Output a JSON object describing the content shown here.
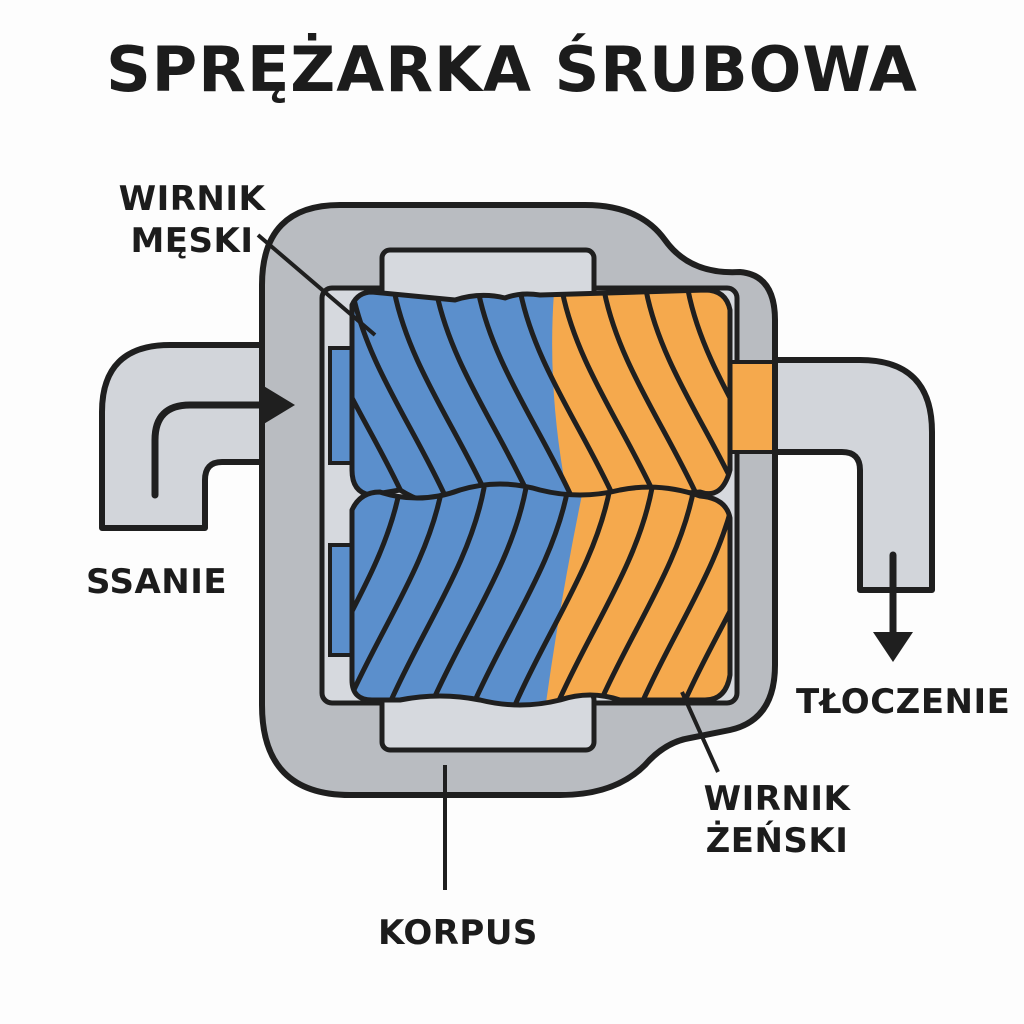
{
  "title": "SPRĘŻARKA ŚRUBOWA",
  "labels": {
    "male_rotor": [
      "WIRNIK",
      "MĘSKI"
    ],
    "female_rotor": [
      "WIRNIK",
      "ŻEŃSKI"
    ],
    "suction": "SSANIE",
    "discharge": "TŁOCZENIE",
    "housing": "KORPUS"
  },
  "colors": {
    "male_rotor": "#5b8fcc",
    "female_rotor": "#f5a94d",
    "housing_outer": "#b9bcc1",
    "housing_inner": "#d6d9de",
    "pipe": "#d2d5da",
    "outline": "#1f1f1f"
  }
}
